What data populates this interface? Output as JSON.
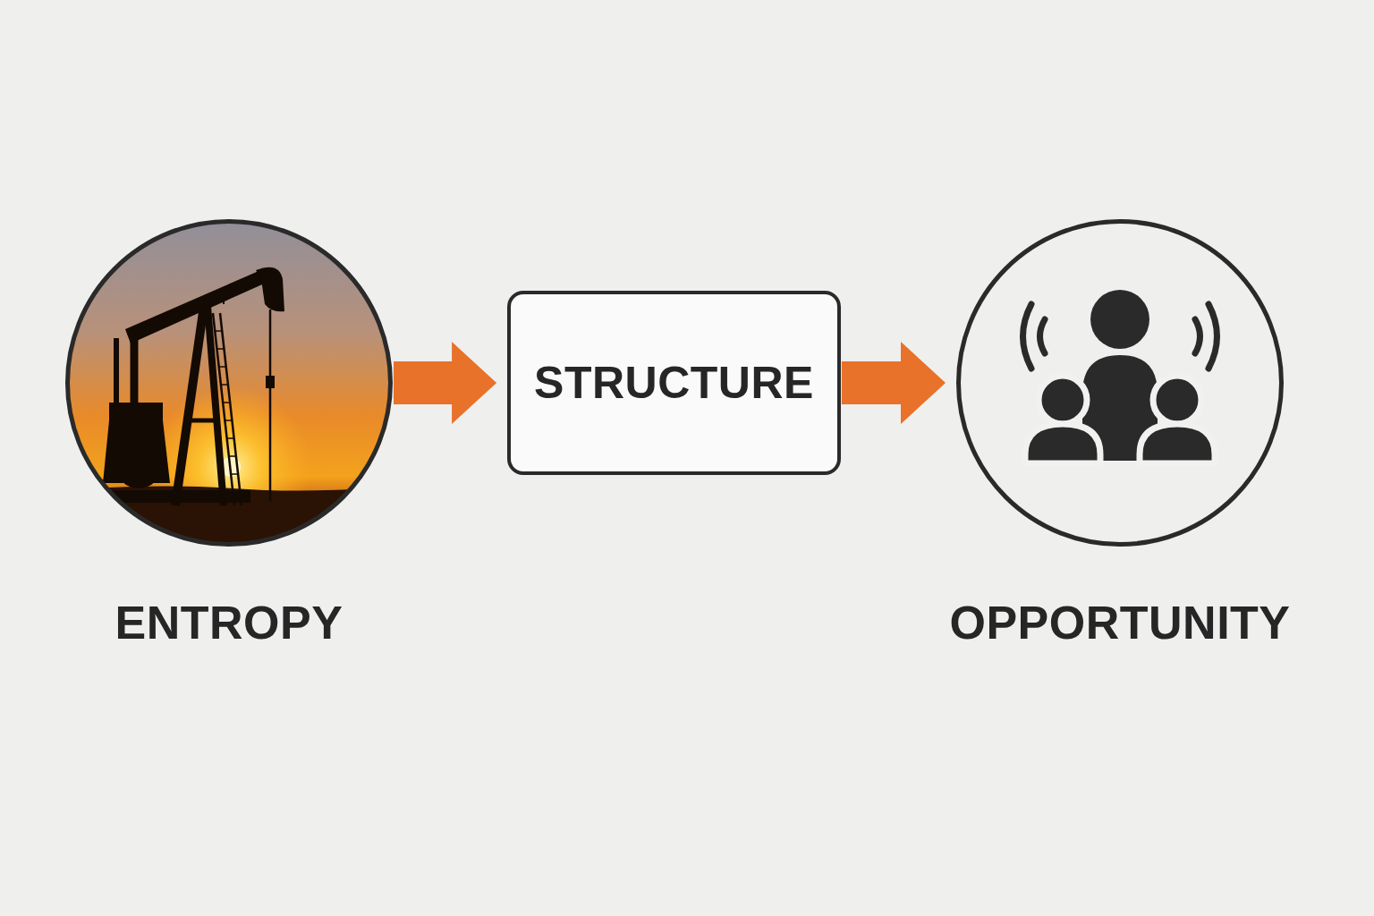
{
  "diagram": {
    "nodes": [
      {
        "text": [
          "ENTROPY"
        ]
      },
      {
        "text": [
          "STRUCTURE"
        ]
      },
      {
        "text": [
          "OPPORTUNITY"
        ]
      }
    ],
    "edges": [
      {
        "from": 0,
        "to": 1,
        "arrow": "to"
      },
      {
        "from": 1,
        "to": 2,
        "arrow": "to"
      }
    ]
  }
}
